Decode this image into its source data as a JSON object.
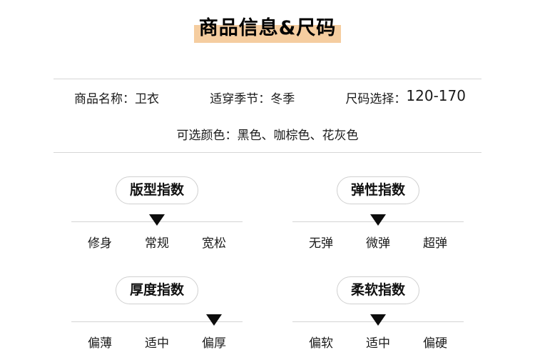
{
  "header": {
    "title": "商品信息&尺码",
    "highlight_color": "#f5cda0"
  },
  "info": {
    "name_label": "商品名称：",
    "name_value": "卫衣",
    "season_label": "适穿季节：",
    "season_value": "冬季",
    "size_label": "尺码选择：",
    "size_value": "120-170",
    "color_label": "可选颜色：",
    "color_value": "黑色、咖棕色、花灰色"
  },
  "indices": {
    "sections": [
      {
        "title": "版型指数",
        "options": [
          "修身",
          "常规",
          "宽松"
        ],
        "active": 1
      },
      {
        "title": "弹性指数",
        "options": [
          "无弹",
          "微弹",
          "超弹"
        ],
        "active": 1
      },
      {
        "title": "厚度指数",
        "options": [
          "偏薄",
          "适中",
          "偏厚"
        ],
        "active": 2
      },
      {
        "title": "柔软指数",
        "options": [
          "偏软",
          "适中",
          "偏硬"
        ],
        "active": 1
      }
    ]
  }
}
